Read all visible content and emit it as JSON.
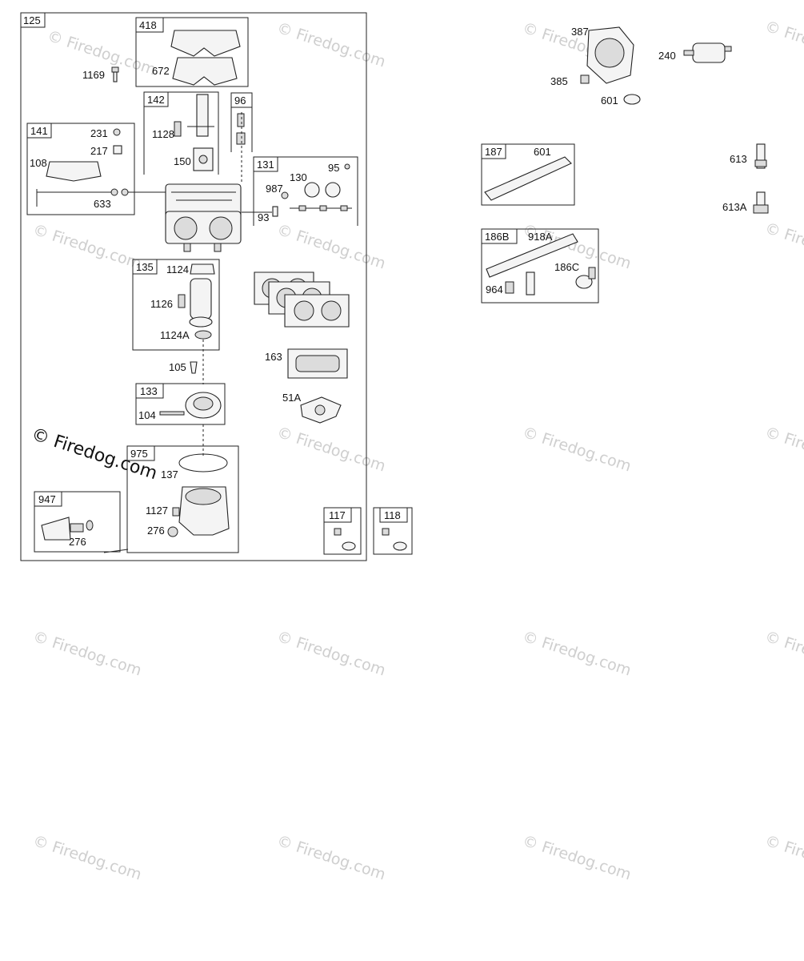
{
  "watermark": "© Firedog.com",
  "groups": {
    "g125": "125",
    "g418": "418",
    "g142": "142",
    "g96": "96",
    "g141": "141",
    "g131": "131",
    "g135": "135",
    "g133": "133",
    "g975": "975",
    "g947": "947",
    "g117": "117",
    "g118": "118",
    "g187": "187",
    "g186b": "186B"
  },
  "parts": {
    "p1169": "1169",
    "p672": "672",
    "p1128": "1128",
    "p150": "150",
    "p231": "231",
    "p217": "217",
    "p108": "108",
    "p633": "633",
    "p130": "130",
    "p95": "95",
    "p987": "987",
    "p93": "93",
    "p1124": "1124",
    "p1126": "1126",
    "p1124a": "1124A",
    "p105": "105",
    "p163": "163",
    "p51a": "51A",
    "p104": "104",
    "p137": "137",
    "p1127": "1127",
    "p276a": "276",
    "p276b": "276",
    "p387": "387",
    "p240": "240",
    "p385": "385",
    "p601a": "601",
    "p601b": "601",
    "p613": "613",
    "p613a": "613A",
    "p918a": "918A",
    "p964": "964",
    "p186c": "186C"
  }
}
